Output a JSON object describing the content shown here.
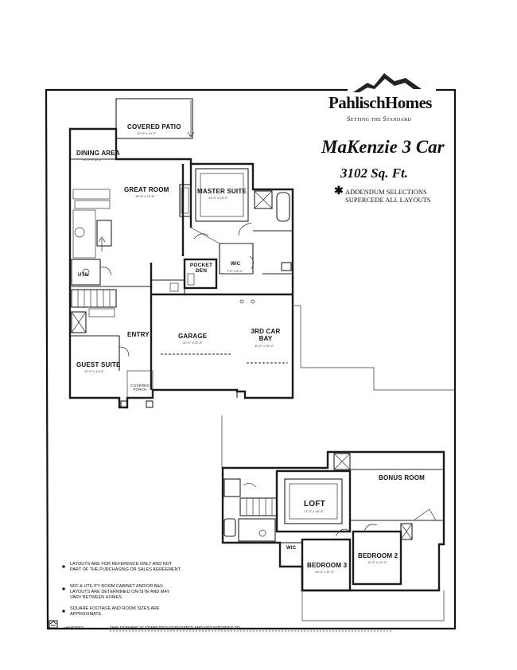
{
  "brand": {
    "name": "PahlischHomes",
    "tagline": "Setting the Standard"
  },
  "plan": {
    "name": "MaKenzie 3 Car",
    "area": "3102 Sq. Ft.",
    "addendum_line1": "ADDENDUM SELECTIONS",
    "addendum_line2": "SUPERCEDE ALL LAYOUTS"
  },
  "rooms": {
    "covered_patio": "COVERED PATIO",
    "covered_patio_dim": "10'-0\" x 14'-0\"",
    "dining_area": "DINING AREA",
    "dining_area_dim": "11'-0\" x 12'-0\"",
    "great_room": "GREAT ROOM",
    "great_room_dim": "15'-6\" x 19'-8\"",
    "master_suite": "MASTER SUITE",
    "master_suite_dim": "13'-0\" x 15'-0\"",
    "wic_main": "WIC",
    "wic_main_dim": "7'-0\" x 8'-0\"",
    "pocket_den": "POCKET DEN",
    "utility": "UTIL",
    "entry": "ENTRY",
    "garage": "GARAGE",
    "garage_dim": "20'-0\" x 22'-0\"",
    "third_bay": "3RD CAR BAY",
    "third_bay_dim": "11'-0\" x 22'-0\"",
    "guest_suite": "GUEST SUITE",
    "guest_suite_dim": "12'-0\" x 14'-0\"",
    "covered_porch": "COVERED PORCH",
    "bonus_room": "BONUS ROOM",
    "loft": "LOFT",
    "loft_dim": "17'-0\" x 18'-0\"",
    "wic_upper": "WIC",
    "bedroom_3": "BEDROOM 3",
    "bedroom_3_dim": "10'-0\" x 11'-0\"",
    "bedroom_2": "BEDROOM 2",
    "bedroom_2_dim": "11'-0\" x 12'-0\""
  },
  "notes": [
    "LAYOUTS ARE FOR REFERENCE ONLY AND NOT PART OF THE PURCHASING OR SALES AGREEMENT.",
    "WIC & UTILITY ROOM CABINET AND/OR B&S LAYOUTS ARE DETERMINED ON-SITE AND MAY VARY BETWEEN HOMES.",
    "SQUARE FOOTAGE AND ROOM SIZES ARE APPROXIMATE."
  ],
  "footer": {
    "code": "cd0452067",
    "disclaimer": "THIS DRAWING IS COMPUTER GENERATED AND NOT INTENDED TO"
  },
  "icons": {
    "logo": "mountain-peak-icon",
    "equal_housing": "equal-housing-icon",
    "asterisk": "asterisk-icon"
  }
}
